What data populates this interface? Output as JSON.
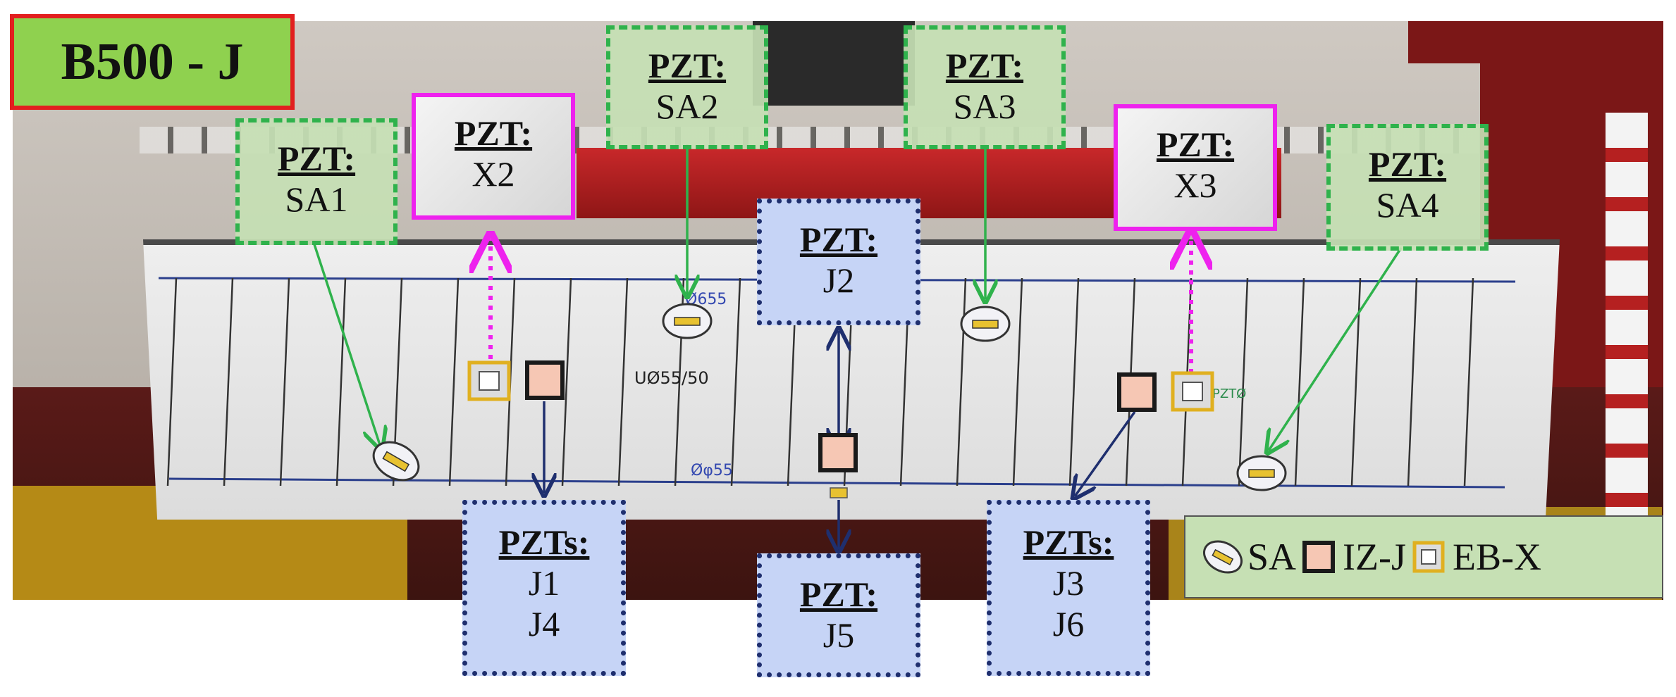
{
  "title": "B500 - J",
  "callouts": {
    "sa1": {
      "heading": "PZT:",
      "lines": [
        "SA1"
      ]
    },
    "x2": {
      "heading": "PZT:",
      "lines": [
        "X2"
      ]
    },
    "sa2": {
      "heading": "PZT:",
      "lines": [
        "SA2"
      ]
    },
    "sa3": {
      "heading": "PZT:",
      "lines": [
        "SA3"
      ]
    },
    "x3": {
      "heading": "PZT:",
      "lines": [
        "X3"
      ]
    },
    "sa4": {
      "heading": "PZT:",
      "lines": [
        "SA4"
      ]
    },
    "j2": {
      "heading": "PZT:",
      "lines": [
        "J2"
      ]
    },
    "j1j4": {
      "heading": "PZTs:",
      "lines": [
        "J1",
        "J4"
      ]
    },
    "j5": {
      "heading": "PZT:",
      "lines": [
        "J5"
      ]
    },
    "j3j6": {
      "heading": "PZTs:",
      "lines": [
        "J3",
        "J6"
      ]
    }
  },
  "beam_markings": [
    "Ø655",
    "UØ55/50",
    "Øφ55",
    "PZTØ"
  ],
  "legend": {
    "sa_label": "SA",
    "iz_label": "IZ-J",
    "eb_label": "EB-X"
  },
  "colors": {
    "title_fill": "#8fd14f",
    "title_border": "#e21f1f",
    "sa_border": "#2fb24c",
    "x_border": "#ee22ee",
    "j_border": "#1f2f6e",
    "j_fill": "#c6d4f6",
    "iz_fill": "#f6c7b4",
    "eb_border": "#e0b020",
    "sa_disc": "#e8c230"
  },
  "icons": {
    "sa": "sa-disc-sensor-icon",
    "iz": "iz-j-square-sensor-icon",
    "eb": "eb-x-square-sensor-icon"
  }
}
